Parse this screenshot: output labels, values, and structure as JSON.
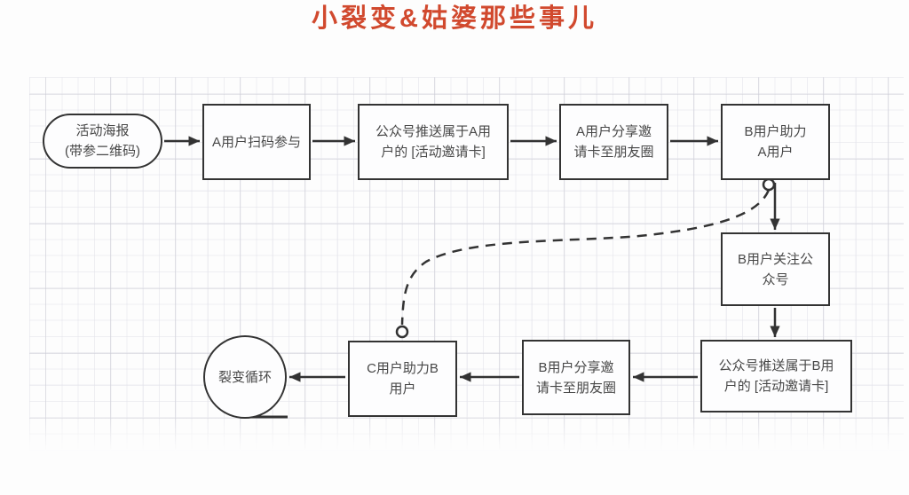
{
  "title": {
    "text": "小裂变&姑婆那些事儿",
    "color": "#d1492e"
  },
  "flowchart": {
    "stroke_color": "#333333",
    "nodes": [
      {
        "id": "activity-poster",
        "shape": "stadium",
        "lines": [
          "活动海报",
          "(带参二维码)"
        ]
      },
      {
        "id": "a-user-scan",
        "shape": "rect",
        "lines": [
          "A用户扫码参与"
        ]
      },
      {
        "id": "push-card-a",
        "shape": "rect",
        "lines": [
          "公众号推送属于A用",
          "户的 [活动邀请卡]"
        ]
      },
      {
        "id": "a-user-share",
        "shape": "rect",
        "lines": [
          "A用户分享邀",
          "请卡至朋友圈"
        ]
      },
      {
        "id": "b-assist-a",
        "shape": "rect",
        "lines": [
          "B用户助力",
          "A用户"
        ]
      },
      {
        "id": "b-follow-account",
        "shape": "rect",
        "lines": [
          "B用户关注公",
          "众号"
        ]
      },
      {
        "id": "push-card-b",
        "shape": "rect",
        "lines": [
          "公众号推送属于B用",
          "户的 [活动邀请卡]"
        ]
      },
      {
        "id": "b-user-share",
        "shape": "rect",
        "lines": [
          "B用户分享邀",
          "请卡至朋友圈"
        ]
      },
      {
        "id": "c-assist-b",
        "shape": "rect",
        "lines": [
          "C用户助力B",
          "用户"
        ]
      },
      {
        "id": "fission-loop",
        "shape": "circle",
        "lines": [
          "裂变循环"
        ]
      }
    ],
    "edges": [
      {
        "from": "activity-poster",
        "to": "a-user-scan",
        "style": "solid-arrow"
      },
      {
        "from": "a-user-scan",
        "to": "push-card-a",
        "style": "solid-arrow"
      },
      {
        "from": "push-card-a",
        "to": "a-user-share",
        "style": "solid-arrow"
      },
      {
        "from": "a-user-share",
        "to": "b-assist-a",
        "style": "solid-arrow"
      },
      {
        "from": "b-assist-a",
        "to": "b-follow-account",
        "style": "solid-arrow"
      },
      {
        "from": "b-follow-account",
        "to": "push-card-b",
        "style": "solid-arrow"
      },
      {
        "from": "push-card-b",
        "to": "b-user-share",
        "style": "solid-arrow"
      },
      {
        "from": "b-user-share",
        "to": "c-assist-b",
        "style": "solid-arrow"
      },
      {
        "from": "c-assist-b",
        "to": "fission-loop",
        "style": "solid-arrow"
      },
      {
        "from": "b-assist-a",
        "to": "c-assist-b",
        "style": "dashed-curve"
      }
    ]
  }
}
